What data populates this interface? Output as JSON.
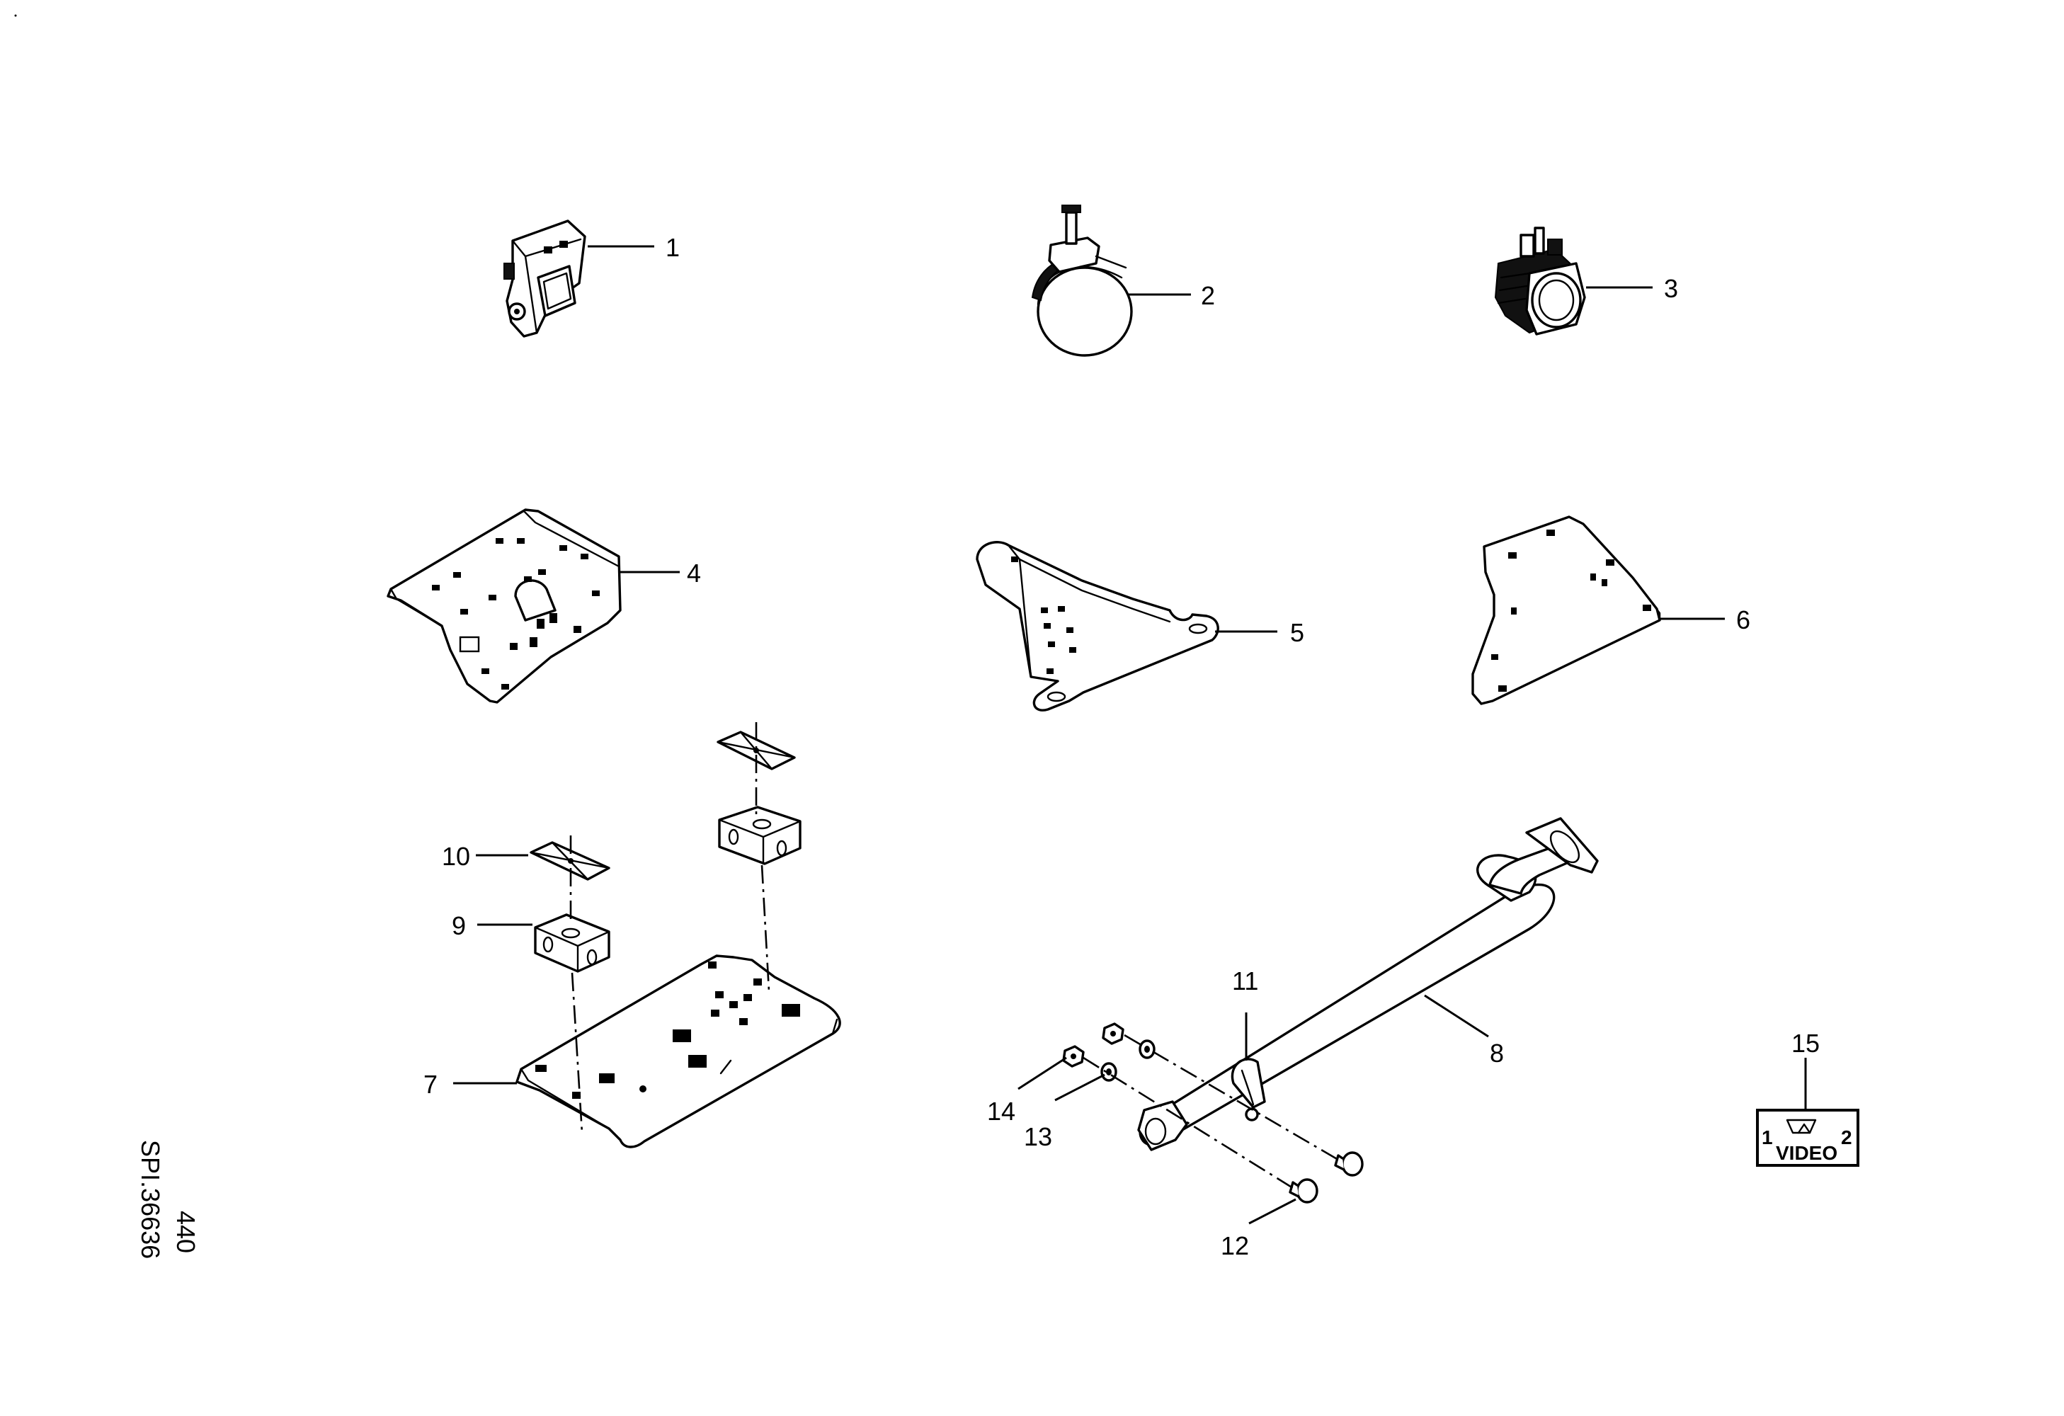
{
  "callouts": [
    {
      "id": "1",
      "text": "1"
    },
    {
      "id": "2",
      "text": "2"
    },
    {
      "id": "3",
      "text": "3"
    },
    {
      "id": "4",
      "text": "4"
    },
    {
      "id": "5",
      "text": "5"
    },
    {
      "id": "6",
      "text": "6"
    },
    {
      "id": "7",
      "text": "7"
    },
    {
      "id": "8",
      "text": "8"
    },
    {
      "id": "9",
      "text": "9"
    },
    {
      "id": "10",
      "text": "10"
    },
    {
      "id": "11",
      "text": "11"
    },
    {
      "id": "12",
      "text": "12"
    },
    {
      "id": "13",
      "text": "13"
    },
    {
      "id": "14",
      "text": "14"
    },
    {
      "id": "15",
      "text": "15"
    }
  ],
  "reference": {
    "drawing_code": "SPI.36636",
    "page_number": "440"
  },
  "video_symbol": {
    "left": "1",
    "right": "2",
    "text": "VIDEO"
  }
}
